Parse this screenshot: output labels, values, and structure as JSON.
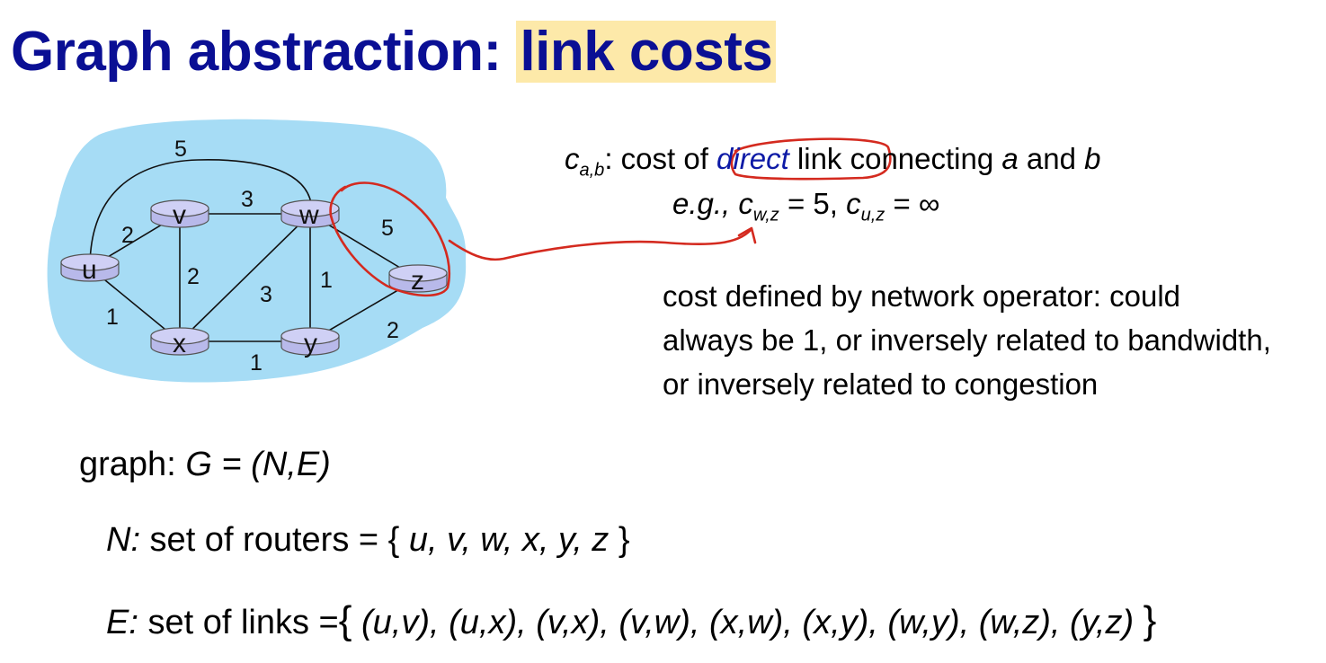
{
  "title": {
    "prefix": "Graph abstraction: ",
    "highlight": "link costs"
  },
  "diagram": {
    "nodes": [
      "u",
      "v",
      "w",
      "x",
      "y",
      "z"
    ],
    "edges": [
      {
        "from": "u",
        "to": "v",
        "cost": "2"
      },
      {
        "from": "u",
        "to": "x",
        "cost": "1"
      },
      {
        "from": "u",
        "to": "w",
        "cost": "5"
      },
      {
        "from": "v",
        "to": "w",
        "cost": "3"
      },
      {
        "from": "v",
        "to": "x",
        "cost": "2"
      },
      {
        "from": "x",
        "to": "w",
        "cost": "3"
      },
      {
        "from": "w",
        "to": "y",
        "cost": "1"
      },
      {
        "from": "w",
        "to": "z",
        "cost": "5"
      },
      {
        "from": "x",
        "to": "y",
        "cost": "1"
      },
      {
        "from": "y",
        "to": "z",
        "cost": "2"
      }
    ],
    "cloud_color": "#a6dcf5",
    "annotation_color": "#d42a1f"
  },
  "definition": {
    "symbol": "c",
    "subscript": "a,b",
    "colon": ":",
    "text1": " cost of ",
    "direct": "direct",
    "text2": " link",
    "text3": " connecting ",
    "a": "a",
    "and": " and ",
    "b": "b"
  },
  "example": {
    "eg": "e.g., ",
    "c1": "c",
    "sub1": "w,z",
    "val1": " = 5, ",
    "c2": "c",
    "sub2": "u,z",
    "val2": " = ∞"
  },
  "operator_note": "cost defined by network operator: could always be 1, or inversely related to bandwidth, or inversely related to congestion",
  "graph_def": {
    "prefix": "graph: ",
    "formula": "G = (N,E)"
  },
  "nodes_def": {
    "label": "N:",
    "text": " set of routers = { ",
    "set": "u, v, w, x, y, z",
    "close": " }"
  },
  "edges_def": {
    "label": "E:",
    "text": " set of links =",
    "brace_open": "{",
    "set": " (u,v), (u,x), (v,x), (v,w), (x,w), (x,y), (w,y), (w,z), (y,z) ",
    "brace_close": "}"
  }
}
